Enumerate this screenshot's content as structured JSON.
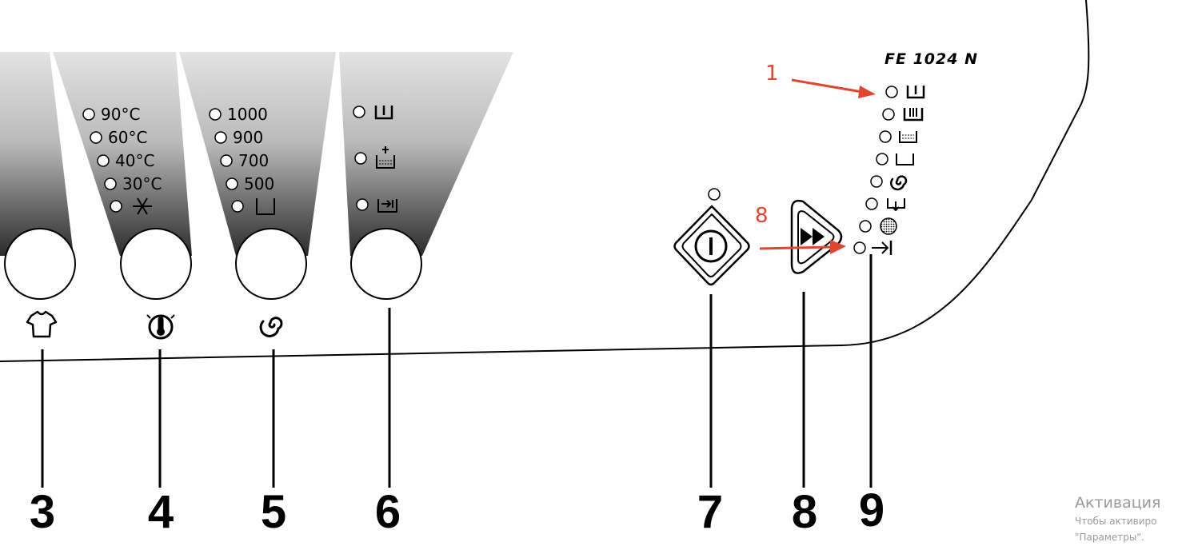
{
  "model": "FE 1024 N",
  "temperature_options": [
    "90°C",
    "60°C",
    "40°C",
    "30°C"
  ],
  "spin_options": [
    "1000",
    "900",
    "700",
    "500"
  ],
  "callouts": [
    "3",
    "4",
    "5",
    "6",
    "7",
    "8",
    "9"
  ],
  "annotations": [
    "1",
    "8"
  ],
  "annotation_color": "#e0452f",
  "watermark": {
    "title": "Активация",
    "line1": "Чтобы активиро",
    "line2": "\"Параметры\"."
  },
  "icons": {
    "knob3": "shirt-icon",
    "knob4": "thermometer-icon",
    "knob5": "spiral-spin-icon",
    "knob6": [
      "prewash-icon",
      "extra-rinse-icon",
      "quick-icon"
    ],
    "indicators": [
      "prewash-icon",
      "main-wash-icon",
      "rinse-icon",
      "drain-icon",
      "spin-icon",
      "rinse-hold-icon",
      "night-icon",
      "end-icon"
    ]
  }
}
